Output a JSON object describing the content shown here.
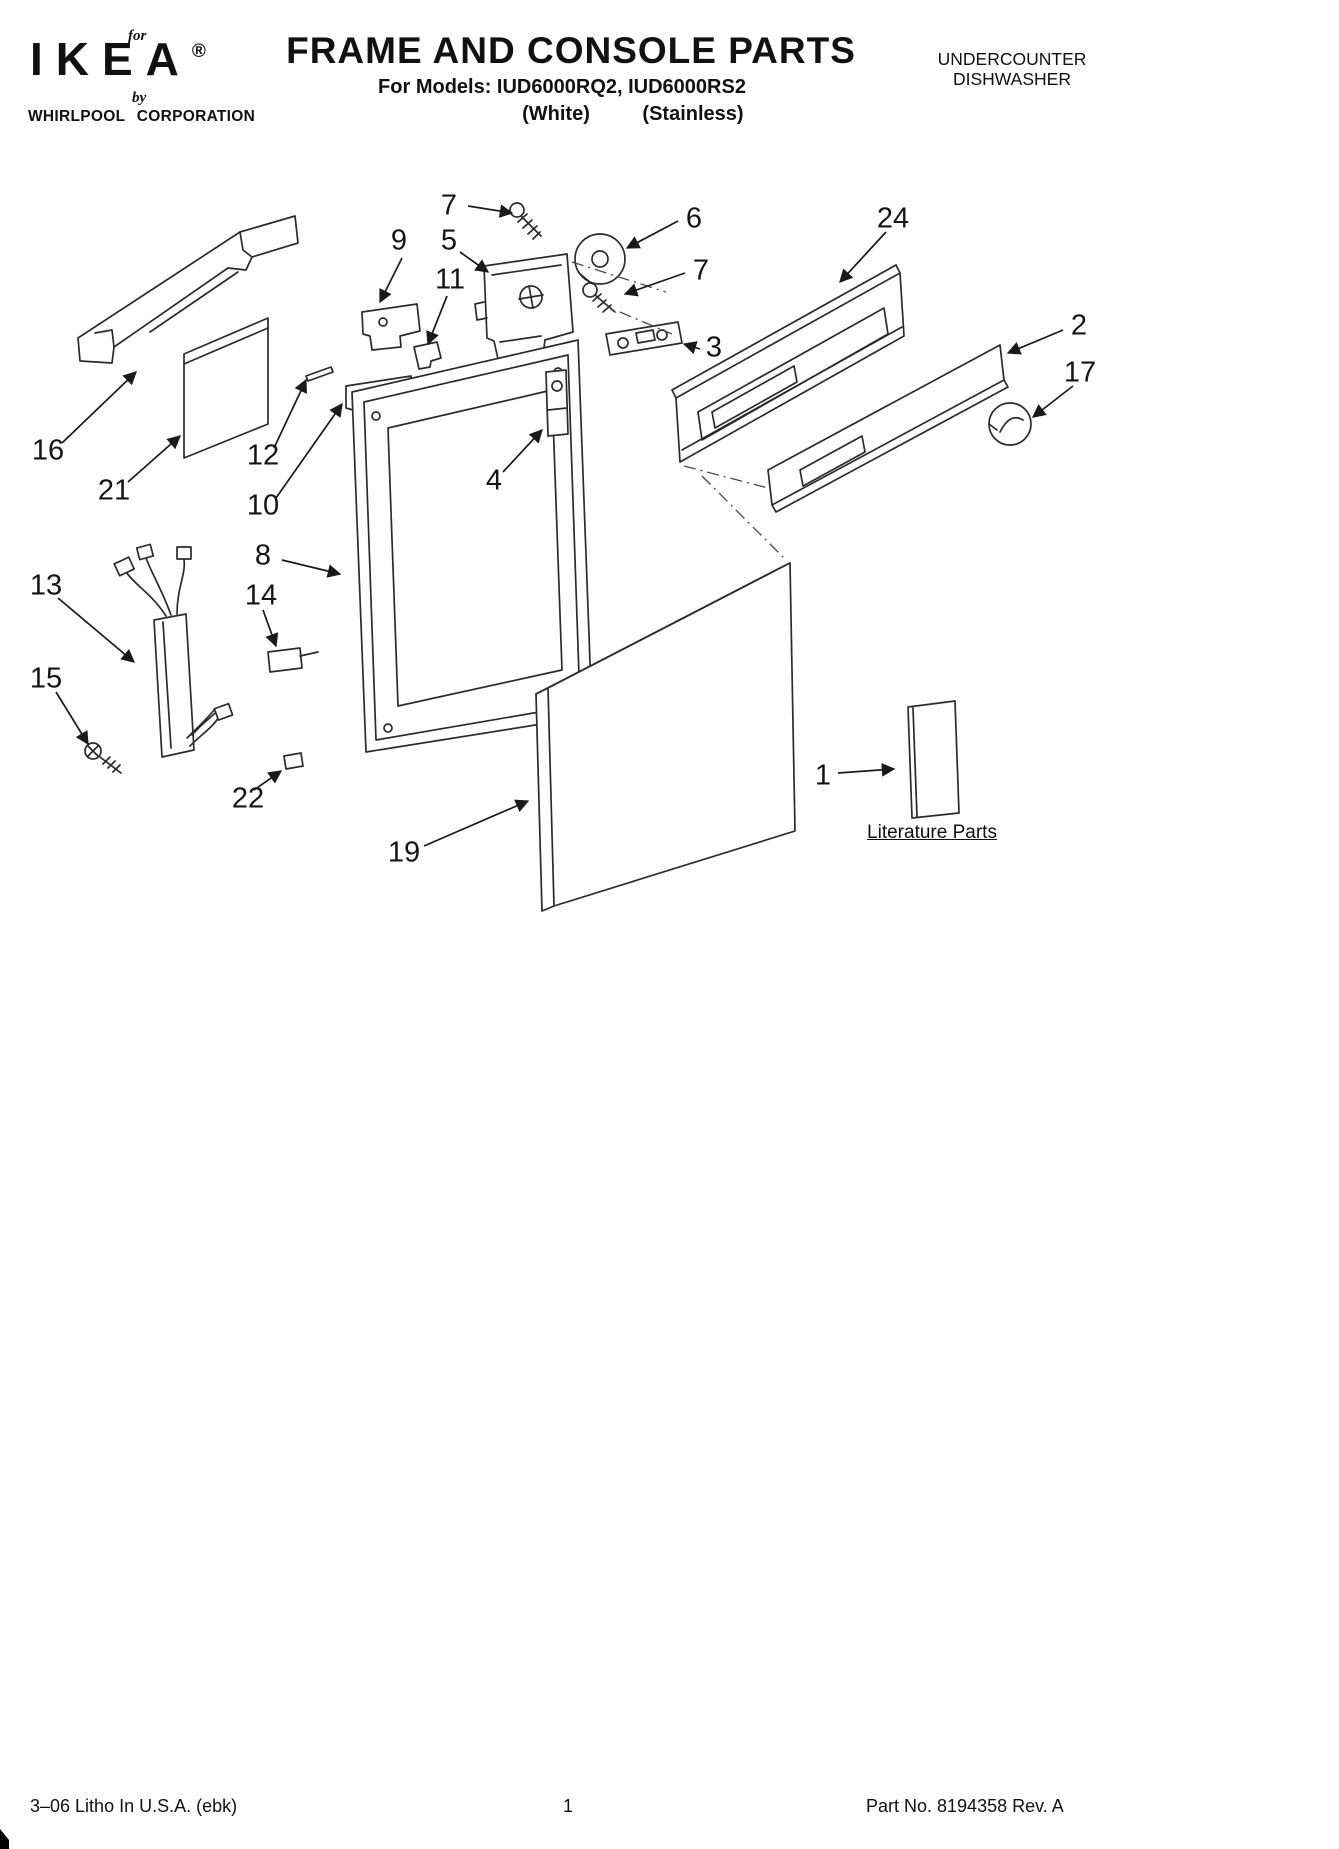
{
  "header": {
    "logo": {
      "for_text": "for",
      "brand": "IKEA",
      "registered": "®",
      "by_text": "by",
      "company": "WHIRLPOOL CORPORATION"
    },
    "title": "FRAME AND CONSOLE PARTS",
    "models": "For Models: IUD6000RQ2, IUD6000RS2",
    "finish_white": "(White)",
    "finish_stainless": "(Stainless)",
    "product_line1": "UNDERCOUNTER",
    "product_line2": "DISHWASHER"
  },
  "diagram": {
    "literature_label": "Literature Parts",
    "callouts": [
      {
        "label": "7"
      },
      {
        "label": "9"
      },
      {
        "label": "5"
      },
      {
        "label": "11"
      },
      {
        "label": "6"
      },
      {
        "label": "24"
      },
      {
        "label": "7"
      },
      {
        "label": "3"
      },
      {
        "label": "2"
      },
      {
        "label": "17"
      },
      {
        "label": "16"
      },
      {
        "label": "21"
      },
      {
        "label": "12"
      },
      {
        "label": "10"
      },
      {
        "label": "4"
      },
      {
        "label": "8"
      },
      {
        "label": "13"
      },
      {
        "label": "14"
      },
      {
        "label": "15"
      },
      {
        "label": "22"
      },
      {
        "label": "19"
      },
      {
        "label": "1"
      }
    ]
  },
  "footer": {
    "litho": "3–06 Litho In U.S.A. (ebk)",
    "page_number": "1",
    "part_number": "Part No. 8194358 Rev. A"
  }
}
